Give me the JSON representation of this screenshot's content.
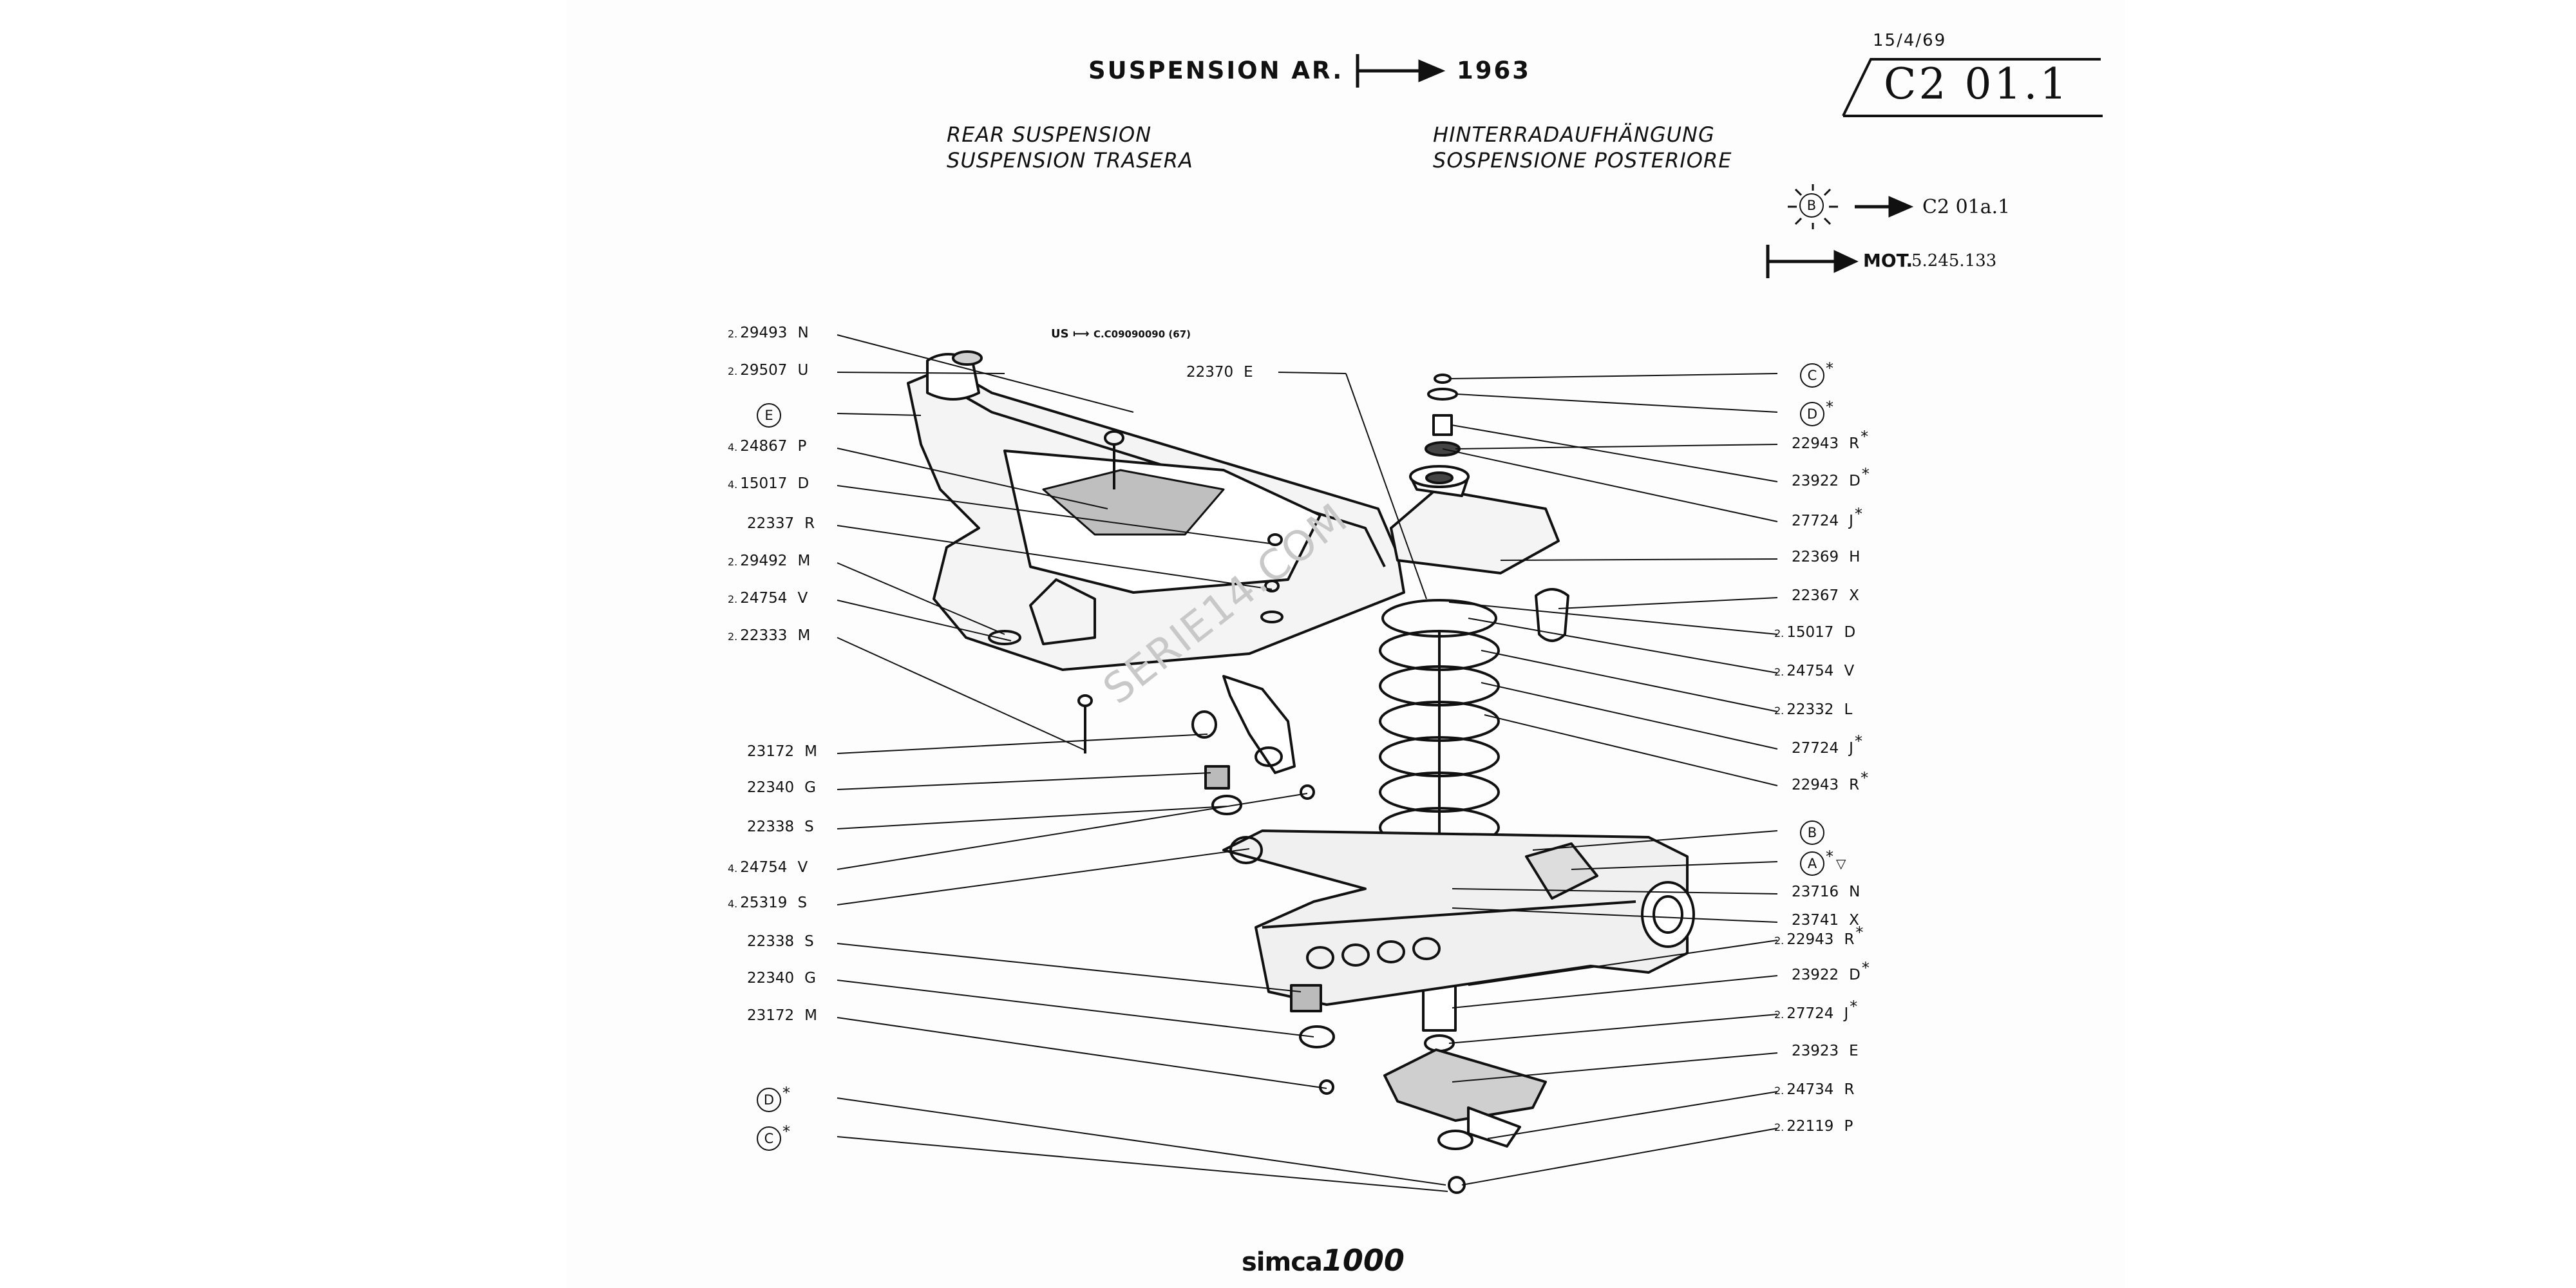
{
  "header": {
    "title": "SUSPENSION AR.",
    "year": "1963",
    "date": "15/4/69",
    "sheet_code": "C2 01.1",
    "subtitles": [
      "REAR SUSPENSION",
      "SUSPENSION TRASERA",
      "HINTERRADAUFHÄNGUNG",
      "SOSPENSIONE POSTERIORE"
    ],
    "ref_symbol": "B",
    "ref_target": "C2 01a.1",
    "mot_label": "MOT.",
    "mot_number": "5.245.133"
  },
  "us_note": {
    "prefix": "US",
    "code": "C.C09090090 (67)"
  },
  "callouts_left": [
    {
      "qty": "2.",
      "part": "29493",
      "letter": "N"
    },
    {
      "qty": "2.",
      "part": "29507",
      "letter": "U"
    },
    {
      "circle": "E"
    },
    {
      "qty": "4.",
      "part": "24867",
      "letter": "P"
    },
    {
      "qty": "4.",
      "part": "15017",
      "letter": "D"
    },
    {
      "part": "22337",
      "letter": "R"
    },
    {
      "qty": "2.",
      "part": "29492",
      "letter": "M"
    },
    {
      "qty": "2.",
      "part": "24754",
      "letter": "V"
    },
    {
      "qty": "2.",
      "part": "22333",
      "letter": "M"
    },
    {
      "part": "23172",
      "letter": "M"
    },
    {
      "part": "22340",
      "letter": "G"
    },
    {
      "part": "22338",
      "letter": "S"
    },
    {
      "qty": "4.",
      "part": "24754",
      "letter": "V"
    },
    {
      "qty": "4.",
      "part": "25319",
      "letter": "S"
    },
    {
      "part": "22338",
      "letter": "S"
    },
    {
      "part": "22340",
      "letter": "G"
    },
    {
      "part": "23172",
      "letter": "M"
    },
    {
      "circle": "D",
      "star": "*"
    },
    {
      "circle": "C",
      "star": "*"
    }
  ],
  "callout_top": {
    "part": "22370",
    "letter": "E"
  },
  "callouts_right": [
    {
      "circle": "C",
      "star": "*"
    },
    {
      "circle": "D",
      "star": "*"
    },
    {
      "part": "22943",
      "letter": "R",
      "star": "*"
    },
    {
      "part": "23922",
      "letter": "D",
      "star": "*"
    },
    {
      "part": "27724",
      "letter": "J",
      "star": "*"
    },
    {
      "part": "22369",
      "letter": "H"
    },
    {
      "part": "22367",
      "letter": "X"
    },
    {
      "qty": "2.",
      "part": "15017",
      "letter": "D"
    },
    {
      "qty": "2.",
      "part": "24754",
      "letter": "V"
    },
    {
      "qty": "2.",
      "part": "22332",
      "letter": "L"
    },
    {
      "part": "27724",
      "letter": "J",
      "star": "*"
    },
    {
      "part": "22943",
      "letter": "R",
      "star": "*"
    },
    {
      "circle": "B"
    },
    {
      "circle": "A",
      "star": "*",
      "extra": "▽"
    },
    {
      "part": "23716",
      "letter": "N"
    },
    {
      "part": "23741",
      "letter": "X"
    },
    {
      "qty": "2.",
      "part": "22943",
      "letter": "R",
      "star": "*"
    },
    {
      "part": "23922",
      "letter": "D",
      "star": "*"
    },
    {
      "qty": "2.",
      "part": "27724",
      "letter": "J",
      "star": "*"
    },
    {
      "part": "23923",
      "letter": "E"
    },
    {
      "qty": "2.",
      "part": "24734",
      "letter": "R"
    },
    {
      "qty": "2.",
      "part": "22119",
      "letter": "P"
    }
  ],
  "watermark": "SERIE14.COM",
  "footer": {
    "brand": "simca",
    "model": "1000"
  }
}
